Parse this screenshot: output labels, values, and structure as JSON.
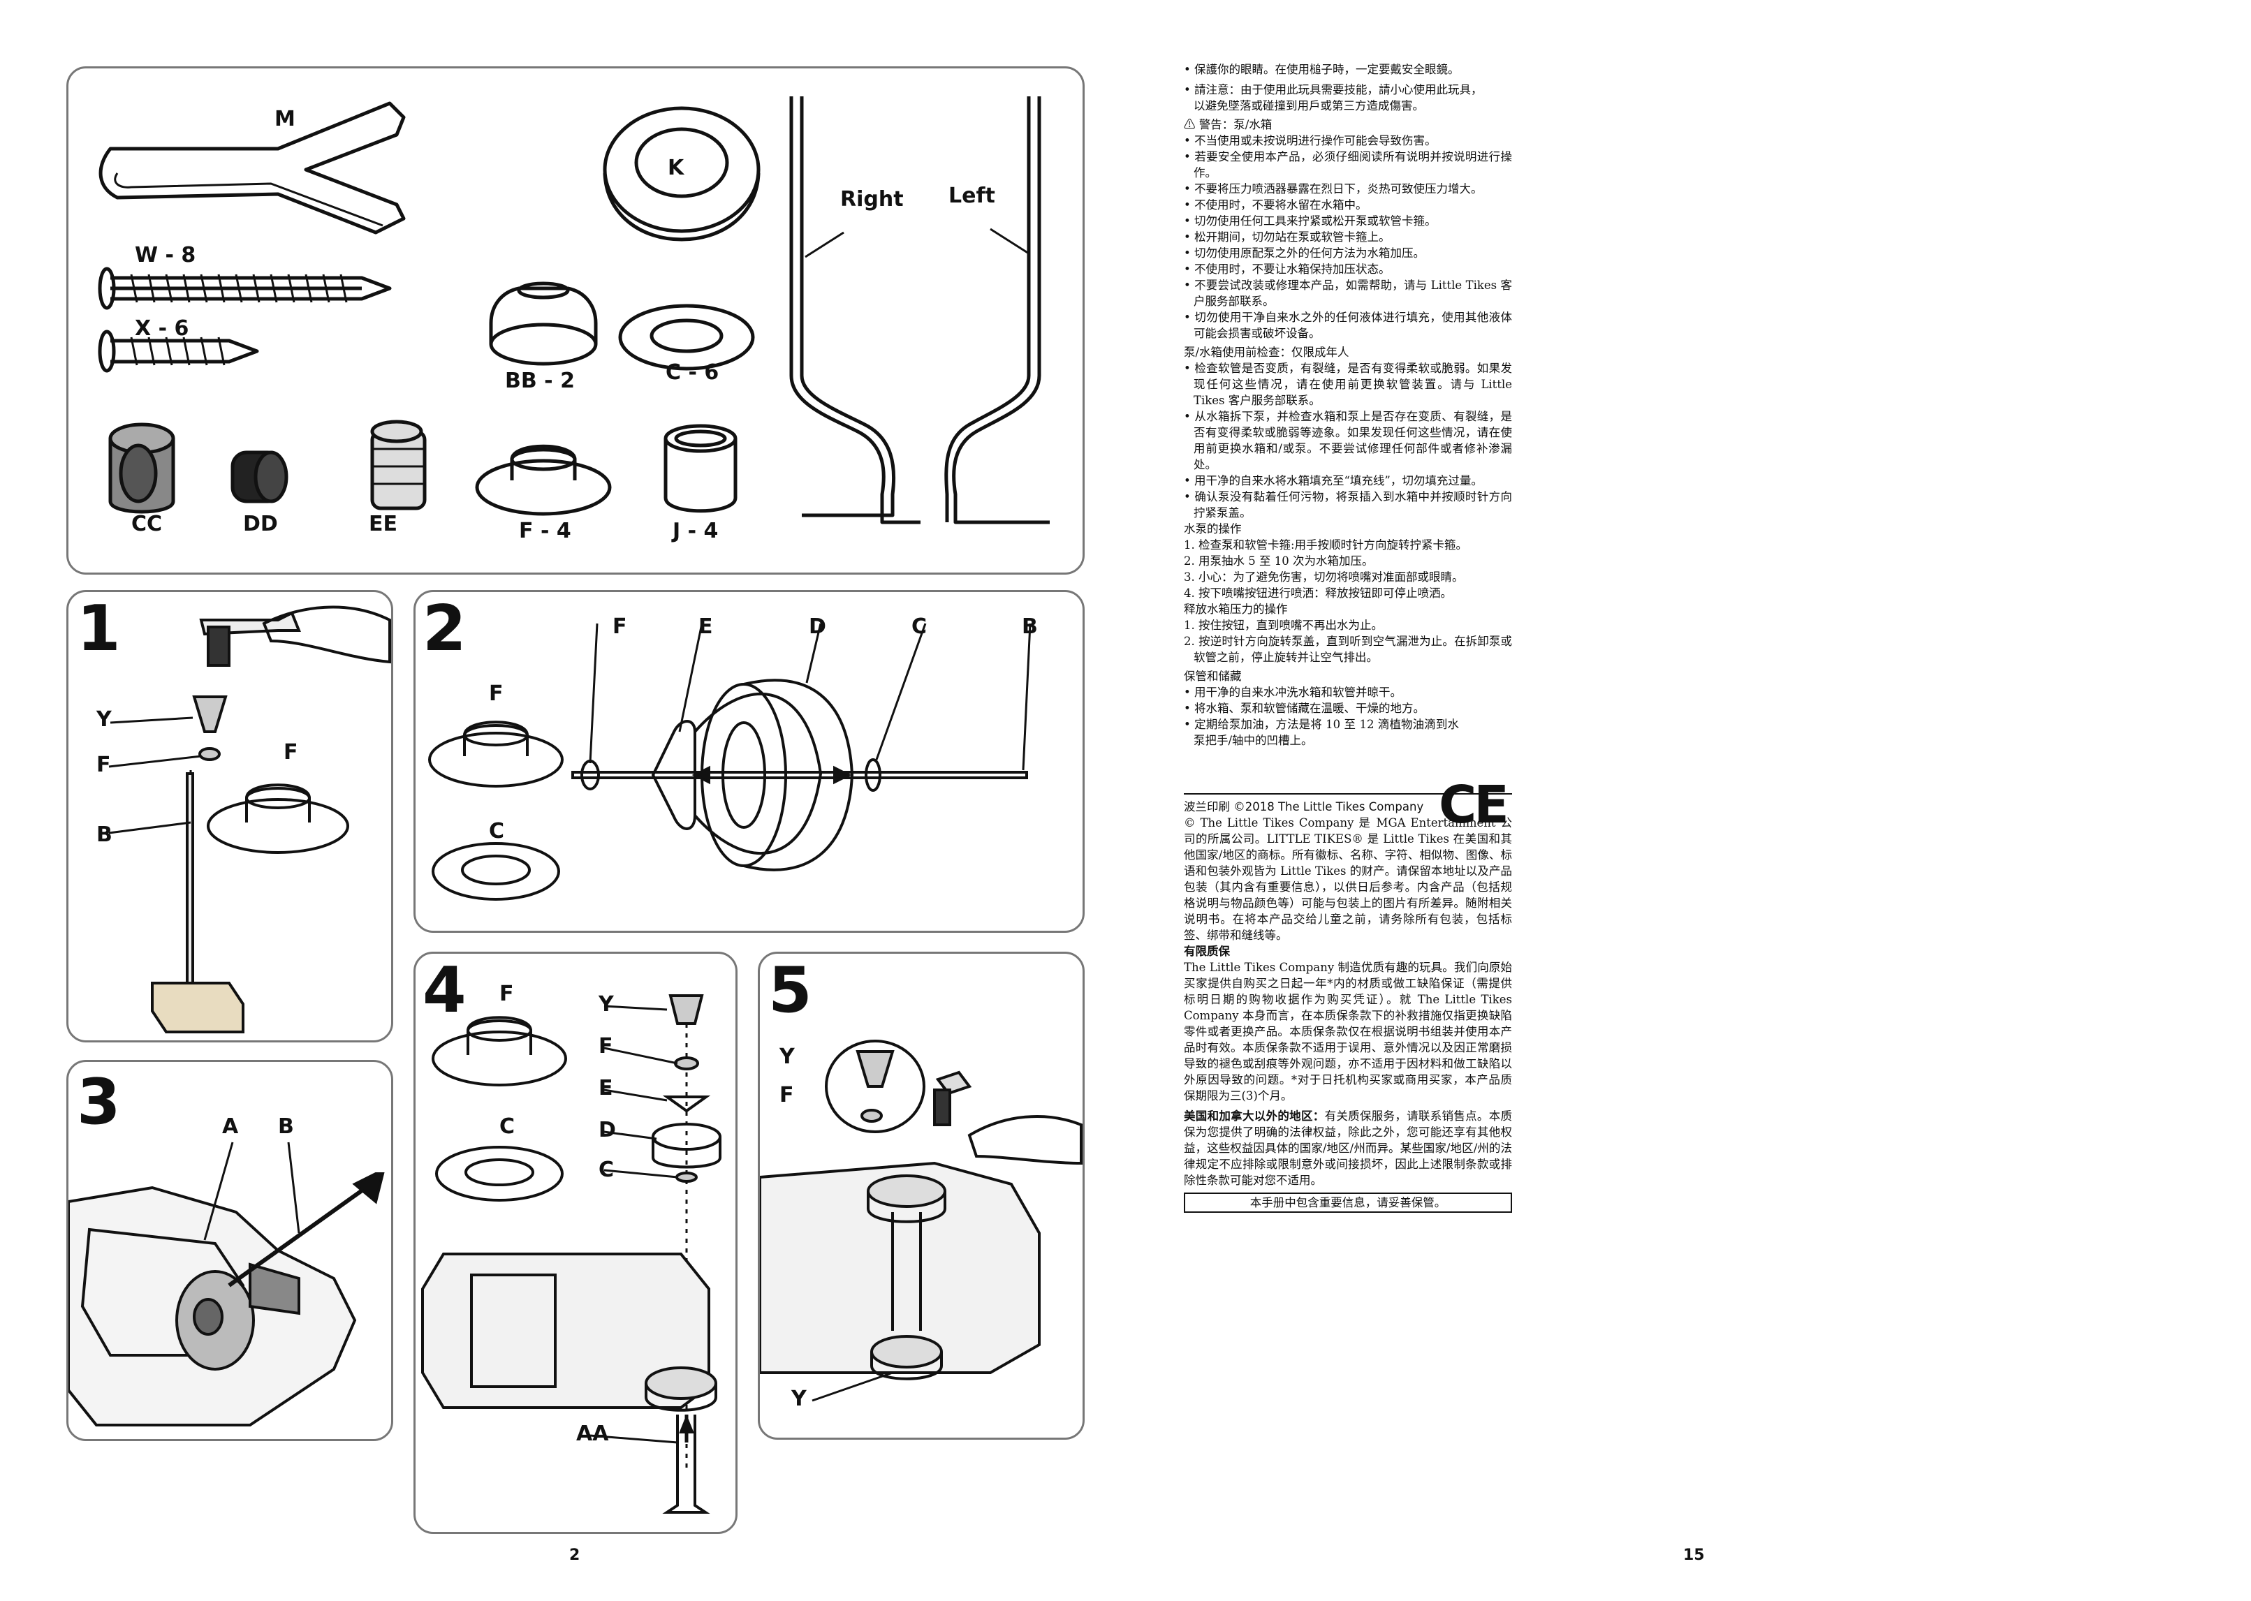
{
  "parts": {
    "M": "M",
    "K": "K",
    "W8": "W - 8",
    "X6": "X - 6",
    "BB2": "BB - 2",
    "C6": "C - 6",
    "CC": "CC",
    "DD": "DD",
    "EE": "EE",
    "F4": "F - 4",
    "J4": "J - 4",
    "right": "Right",
    "left": "Left"
  },
  "steps": {
    "s1": {
      "num": "1",
      "Y": "Y",
      "F": "F",
      "F2": "F",
      "B": "B"
    },
    "s2": {
      "num": "2",
      "F": "F",
      "E": "E",
      "D": "D",
      "C": "C",
      "B": "B",
      "F2": "F",
      "C2": "C"
    },
    "s3": {
      "num": "3",
      "A": "A",
      "B": "B"
    },
    "s4": {
      "num": "4",
      "F": "F",
      "C": "C",
      "Y": "Y",
      "F2": "F",
      "E": "E",
      "D": "D",
      "C2": "C",
      "AA": "AA"
    },
    "s5": {
      "num": "5",
      "Y": "Y",
      "F": "F",
      "Y2": "Y"
    }
  },
  "page_numbers": {
    "left": "2",
    "right": "15"
  },
  "text": {
    "b1": "• 保護你的眼睛。在使用槌子時，一定要戴安全眼鏡。",
    "b2a": "• 請注意：由于使用此玩具需要技能，請小心使用此玩具，",
    "b2b": "以避免墜落或碰撞到用戶或第三方造成傷害。",
    "warn": "⚠ 警告：泵/水箱",
    "w1": "• 不当使用或未按说明进行操作可能会导致伤害。",
    "w2": "• 若要安全使用本产品，必须仔细阅读所有说明并按说明进行操作。",
    "w3": "• 不要将压力喷洒器暴露在烈日下，炎热可致使压力增大。",
    "w4": "• 不使用时，不要将水留在水箱中。",
    "w5": "• 切勿使用任何工具来拧紧或松开泵或软管卡箍。",
    "w6": "• 松开期间，切勿站在泵或软管卡箍上。",
    "w7": "• 切勿使用原配泵之外的任何方法为水箱加压。",
    "w8": "• 不使用时，不要让水箱保持加压状态。",
    "w9": "• 不要尝试改装或修理本产品，如需帮助，请与 Little Tikes 客户服务部联系。",
    "w10": "• 切勿使用干净自来水之外的任何液体进行填充，使用其他液体可能会损害或破坏设备。",
    "check_hd": "泵/水箱使用前检查：仅限成年人",
    "c1": "• 检查软管是否变质，有裂缝，是否有变得柔软或脆弱。如果发现任何这些情况，请在使用前更换软管装置。请与 Little Tikes 客户服务部联系。",
    "c2": "• 从水箱拆下泵，并检查水箱和泵上是否存在变质、有裂缝，是否有变得柔软或脆弱等迹象。如果发现任何这些情况，请在使用前更换水箱和/或泵。不要尝试修理任何部件或者修补渗漏处。",
    "c3": "• 用干净的自来水将水箱填充至“填充线”，切勿填充过量。",
    "c4": "• 确认泵没有黏着任何污物，将泵插入到水箱中并按顺时针方向拧紧泵盖。",
    "op_hd": "水泵的操作",
    "o1": "1. 检查泵和软管卡箍:用手按顺时针方向旋转拧紧卡箍。",
    "o2": "2. 用泵抽水 5 至 10 次为水箱加压。",
    "o3": "3. 小心：为了避免伤害，切勿将喷嘴对准面部或眼睛。",
    "o4": "4. 按下喷嘴按钮进行喷洒：释放按钮即可停止喷洒。",
    "rel_hd": "释放水箱压力的操作",
    "r1": "1. 按住按钮，直到喷嘴不再出水为止。",
    "r2": "2. 按逆时针方向旋转泵盖，直到听到空气漏泄为止。在拆卸泵或软管之前，停止旋转并让空气排出。",
    "st_hd": "保管和储藏",
    "st1": "• 用干净的自来水冲洗水箱和软管并晾干。",
    "st2": "• 将水箱、泵和软管储藏在温暖、干燥的地方。",
    "st3": "• 定期给泵加油，方法是将 10 至 12 滴植物油滴到水泵把手/轴中的凹槽上。",
    "ce": "CE",
    "copy1": "波兰印刷 ©2018 The Little Tikes Company",
    "copy2": "© The Little Tikes Company 是 MGA Entertainment 公司的所属公司。LITTLE TIKES® 是 Little Tikes 在美国和其他国家/地区的商标。所有徽标、名称、字符、相似物、图像、标语和包装外观皆为 Little Tikes 的财产。请保留本地址以及产品包装（其内含有重要信息），以供日后参考。内含产品（包括规格说明与物品颜色等）可能与包装上的图片有所差异。随附相关说明书。在将本产品交给儿童之前，请务除所有包装，包括标签、绑带和缝线等。",
    "warr_hd": "有限质保",
    "warr": "The Little Tikes Company 制造优质有趣的玩具。我们向原始买家提供自购买之日起一年*内的材质或做工缺陷保证（需提供标明日期的购物收据作为购买凭证）。就 The Little Tikes Company 本身而言，在本质保条款下的补救措施仅指更换缺陷零件或者更换产品。本质保条款仅在根据说明书组装并使用本产品时有效。本质保条款不适用于误用、意外情况以及因正常磨损导致的褪色或刮痕等外观问题，亦不适用于因材料和做工缺陷以外原因导致的问题。*对于日托机构买家或商用买家，本产品质保期限为三(3)个月。",
    "intl_hd": "美国和加拿大以外的地区：",
    "intl": "有关质保服务，请联系销售点。本质保为您提供了明确的法律权益，除此之外，您可能还享有其他权益，这些权益因具体的国家/地区/州而异。某些国家/地区/州的法律规定不应排除或限制意外或间接损坏，因此上述限制条款或排除性条款可能对您不适用。",
    "keep": "本手册中包含重要信息，请妥善保管。"
  }
}
